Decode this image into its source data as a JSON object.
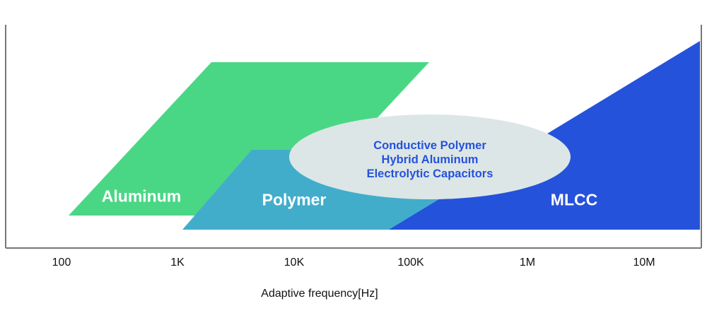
{
  "regions": {
    "aluminum": {
      "label": "Aluminum",
      "color": "#4ad785"
    },
    "polymer": {
      "label": "Polymer",
      "color": "#42adcb"
    },
    "mlcc": {
      "label": "MLCC",
      "color": "#2552db"
    },
    "hybrid": {
      "lines": [
        "Conductive Polymer",
        "Hybrid Aluminum",
        "Electrolytic Capacitors"
      ],
      "color": "#dce6e6",
      "text_color": "#2552db"
    }
  },
  "x_axis": {
    "ticks": [
      "100",
      "1K",
      "10K",
      "100K",
      "1M",
      "10M"
    ],
    "label": "Adaptive frequency[Hz]"
  }
}
